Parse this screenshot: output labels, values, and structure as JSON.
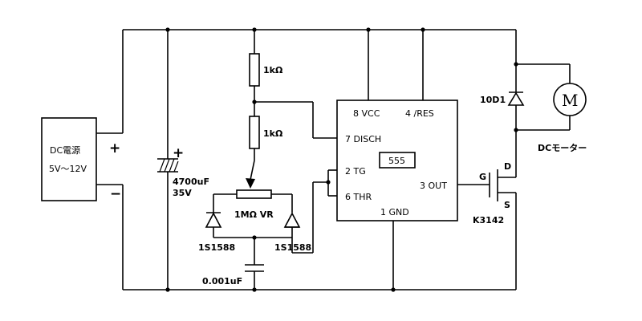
{
  "power_supply": {
    "name": "DC電源",
    "range": "5V〜12V",
    "plus": "+",
    "minus": "−"
  },
  "capacitor_main": {
    "polarity": "+",
    "value": "4700uF",
    "voltage": "35V"
  },
  "resistor_top": {
    "value": "1kΩ"
  },
  "resistor_mid": {
    "value": "1kΩ"
  },
  "potentiometer": {
    "value": "1MΩ VR"
  },
  "diode_left": {
    "part": "1S1588"
  },
  "diode_right": {
    "part": "1S1588"
  },
  "timing_capacitor": {
    "value": "0.001uF"
  },
  "ic": {
    "name": "555",
    "pins": {
      "vcc": "8 VCC",
      "res": "4 /RES",
      "disch": "7 DISCH",
      "tg": "2 TG",
      "thr": "6 THR",
      "out": "3 OUT",
      "gnd": "1 GND"
    }
  },
  "flyback_diode": {
    "part": "10D1"
  },
  "mosfet": {
    "part": "K3142",
    "gate": "G",
    "drain": "D",
    "source": "S"
  },
  "motor": {
    "symbol": "M",
    "label": "DCモーター"
  }
}
